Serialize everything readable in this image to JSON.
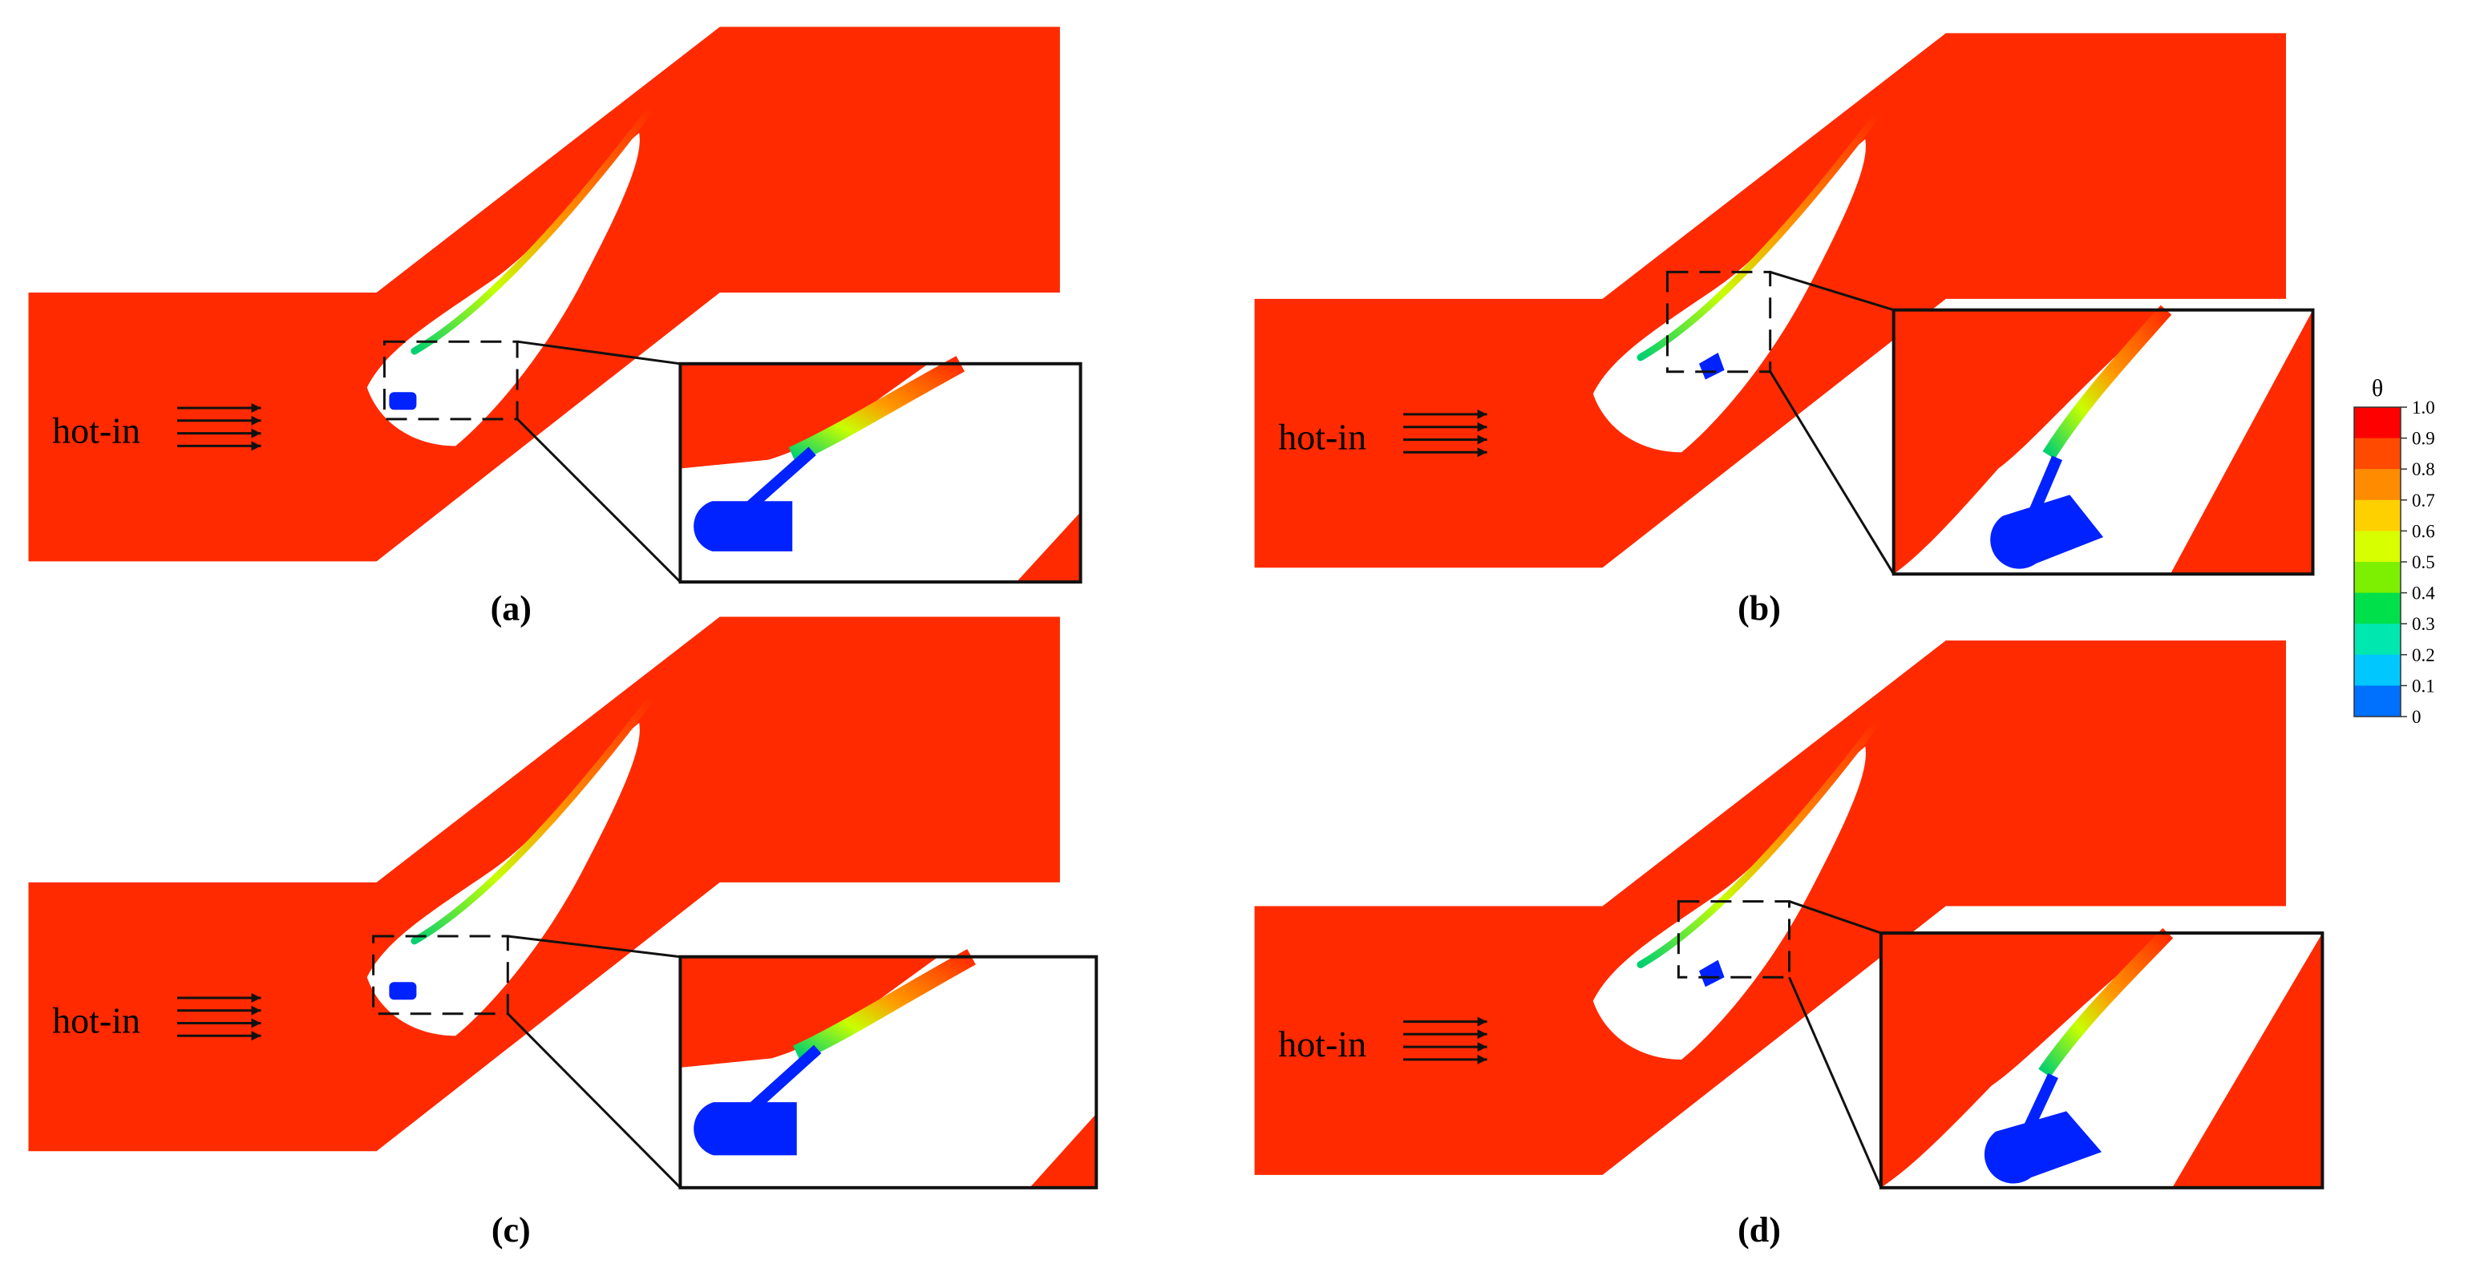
{
  "colors": {
    "hot": "#ff2a00",
    "coolant": "#0022ff",
    "background": "#ffffff"
  },
  "panels": [
    {
      "caption": "(a)",
      "inlet_label": "hot-in"
    },
    {
      "caption": "(b)",
      "inlet_label": "hot-in"
    },
    {
      "caption": "(c)",
      "inlet_label": "hot-in"
    },
    {
      "caption": "(d)",
      "inlet_label": "hot-in"
    }
  ],
  "colorbar": {
    "title": "θ",
    "ticks": [
      "1.0",
      "0.9",
      "0.8",
      "0.7",
      "0.6",
      "0.5",
      "0.4",
      "0.3",
      "0.2",
      "0.1",
      "0"
    ],
    "stops": [
      "#ff0000",
      "#ff4a00",
      "#ff8c00",
      "#ffd000",
      "#d8ff00",
      "#7cf000",
      "#00e04a",
      "#00e8b0",
      "#00c8ff",
      "#0070ff",
      "#0000ff"
    ]
  }
}
